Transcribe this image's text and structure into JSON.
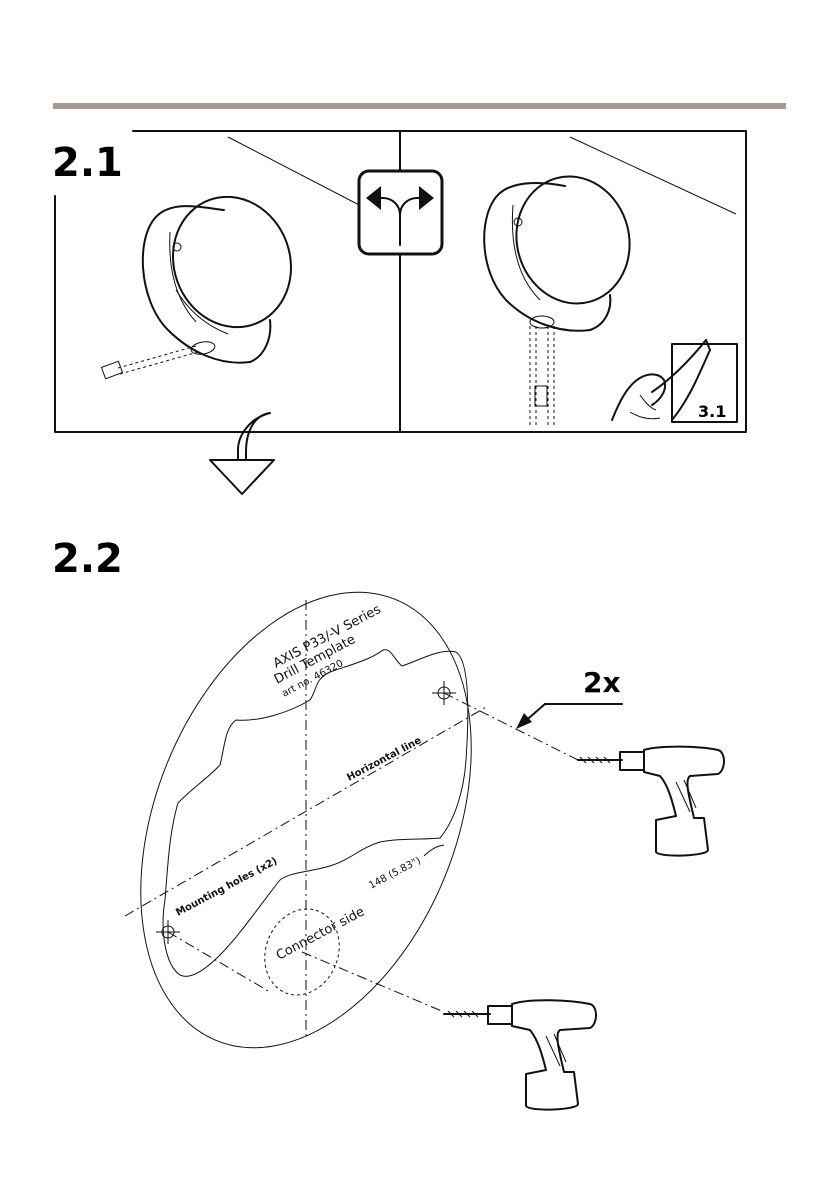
{
  "header": {
    "rule_color": "#a89a8e"
  },
  "steps": {
    "step_1": {
      "label": "2.1"
    },
    "step_2": {
      "label": "2.2"
    }
  },
  "panel": {
    "choice_icon": "branch-arrows-icon",
    "reference_label": "3.1"
  },
  "template": {
    "product": "AXIS P33/-V Series",
    "name": "Drill Template",
    "article": "art no. 46320",
    "horizontal_line": "Horizontal line",
    "mounting_holes": "Mounting holes (x2)",
    "dimension": "148 (5.83\")",
    "connector_side": "Connector side"
  },
  "callout": {
    "quantity": "2x"
  }
}
